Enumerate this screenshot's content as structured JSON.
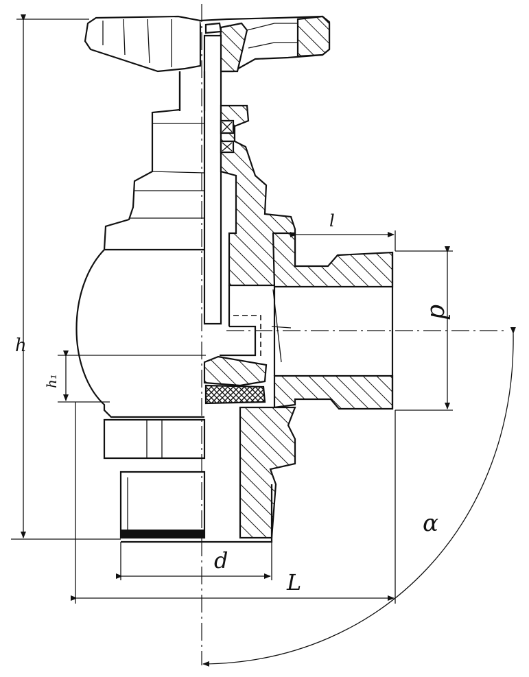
{
  "labels": {
    "height": "h",
    "stroke": "h₁",
    "outlet_length": "l",
    "outlet_diameter": "d",
    "inlet_diameter": "d",
    "length": "L",
    "angle": "α"
  }
}
